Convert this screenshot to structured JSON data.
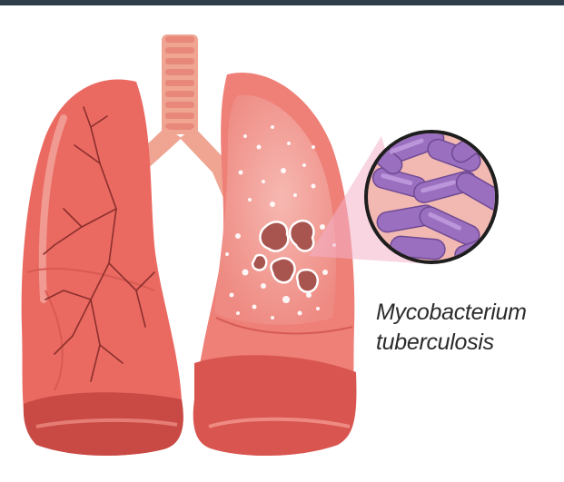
{
  "label": {
    "line1": "Mycobacterium",
    "line2": "tuberculosis"
  },
  "colors": {
    "lung_main": "#ea6a62",
    "lung_dark": "#c94a45",
    "lung_light": "#f4a7a0",
    "trachea": "#f0a593",
    "bacteria": "#9a6fc0",
    "magnifier_bg": "#f2b9b2",
    "cavity": "#a8544f"
  },
  "icons": [
    "lungs-illustration",
    "magnifier-icon",
    "bacteria-icon"
  ]
}
